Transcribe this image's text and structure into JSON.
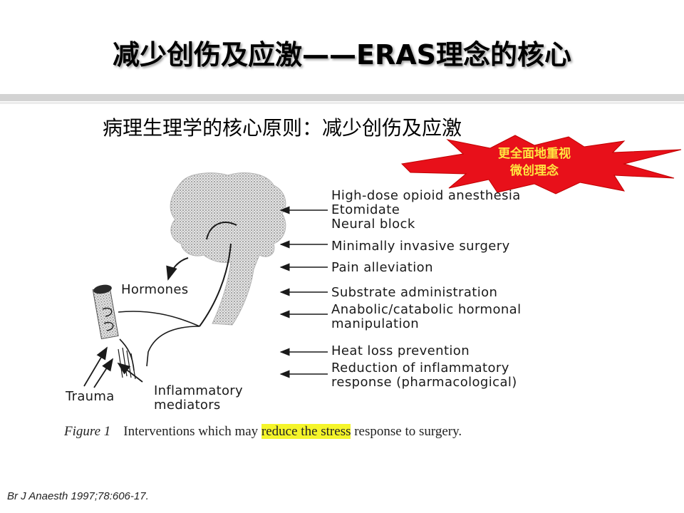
{
  "slide": {
    "title": "减少创伤及应激——ERAS理念的核心",
    "subtitle": "病理生理学的核心原则：减少创伤及应激",
    "callout": {
      "line1": "更全面地重视",
      "line2": "微创理念",
      "fill_color": "#e8101a",
      "text_color": "#ffe640"
    },
    "citation": "Br J Anaesth 1997;78:606-17."
  },
  "figure": {
    "labels": {
      "hormones": "Hormones",
      "trauma": "Trauma",
      "inflammatory_line1": "Inflammatory",
      "inflammatory_line2": "mediators"
    },
    "interventions": [
      "High-dose opioid anesthesia",
      "Etomidate",
      "Neural block",
      "Minimally invasive surgery",
      "Pain alleviation",
      "Substrate administration",
      "Anabolic/catabolic hormonal",
      "manipulation",
      "Heat loss prevention",
      "Reduction of inflammatory",
      "response (pharmacological)"
    ],
    "caption": {
      "figure_label": "Figure 1",
      "before": "Interventions which may ",
      "highlight": "reduce the stress",
      "after": " response to surgery.",
      "highlight_color": "#f5f52a"
    }
  }
}
